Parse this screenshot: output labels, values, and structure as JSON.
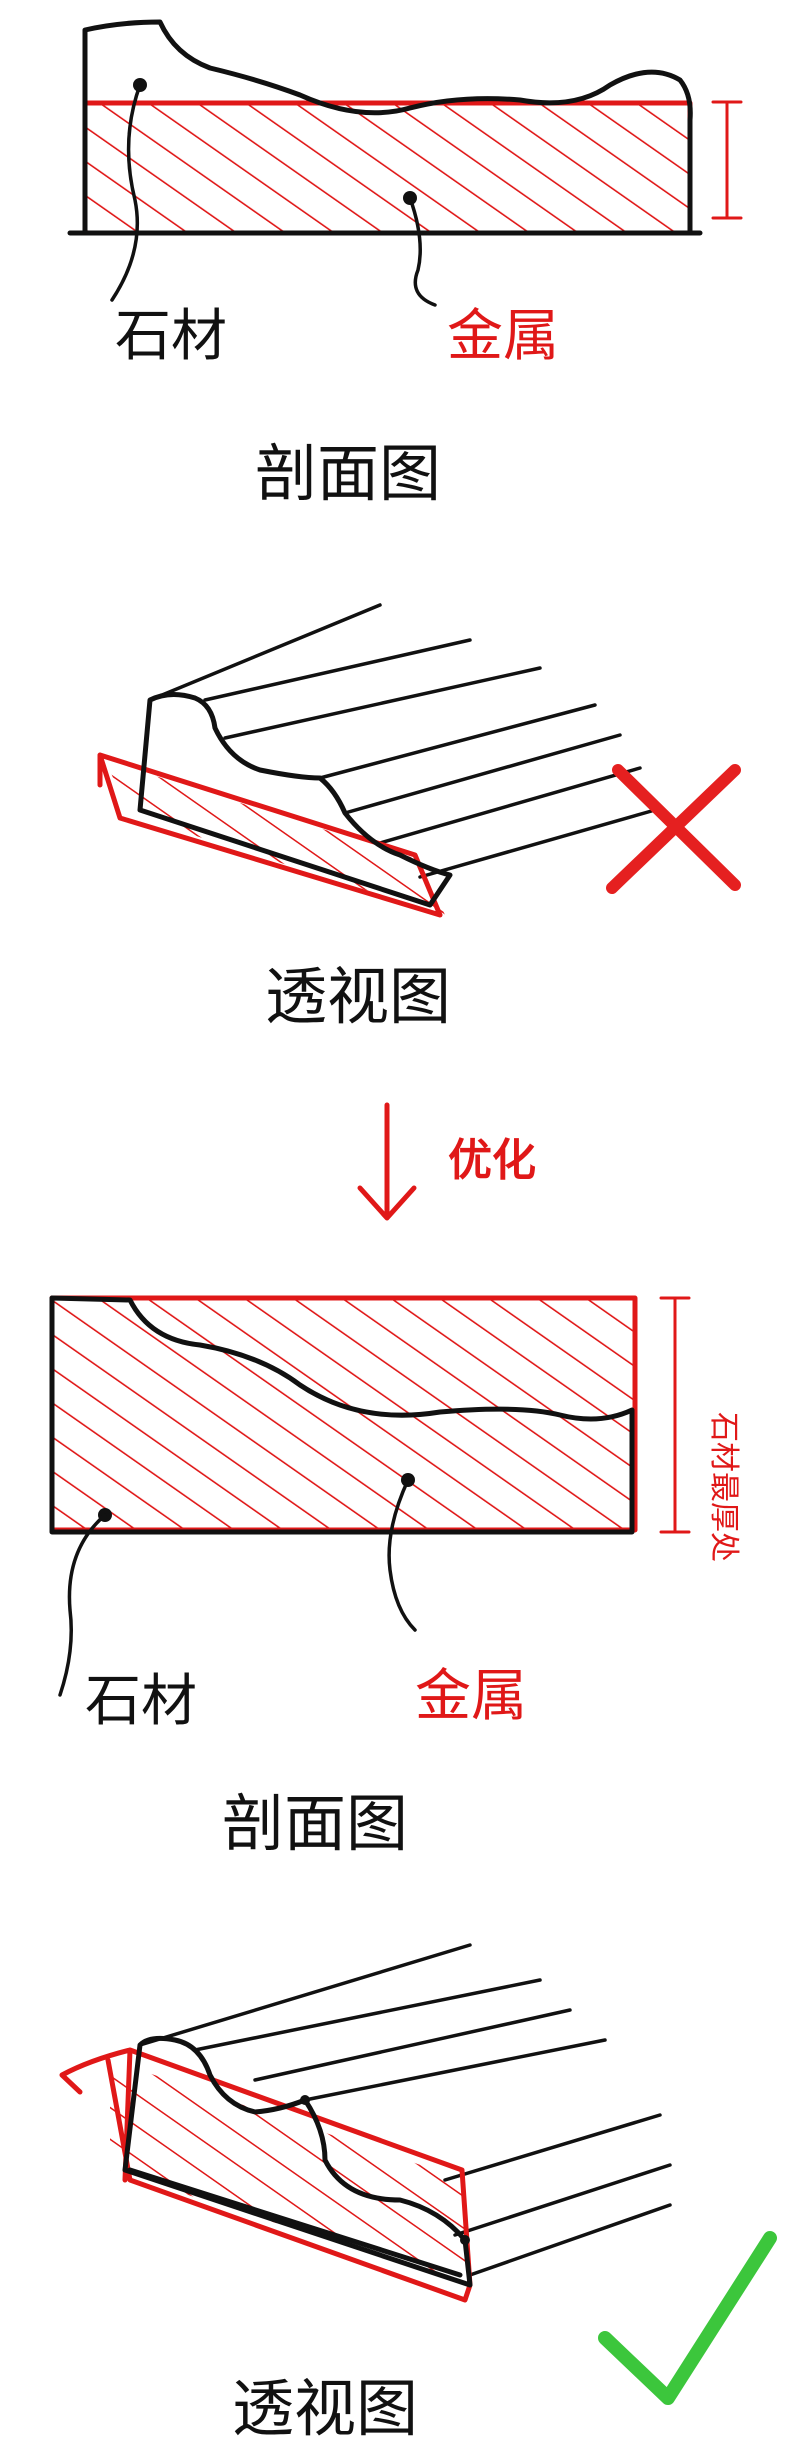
{
  "colors": {
    "ink": "#111111",
    "metal": "#e01818",
    "cross": "#e52020",
    "check": "#3cc63c"
  },
  "section1": {
    "stone_label": "石材",
    "metal_label": "金属",
    "caption": "剖面图"
  },
  "section2": {
    "caption": "透视图",
    "verdict_icon": "cross-mark-icon"
  },
  "transition": {
    "arrow_icon": "down-arrow-icon",
    "label": "优化"
  },
  "section3": {
    "thickness_note": "石材最厚处",
    "stone_label": "石材",
    "metal_label": "金属",
    "caption": "剖面图"
  },
  "section4": {
    "caption": "透视图",
    "verdict_icon": "check-mark-icon"
  }
}
